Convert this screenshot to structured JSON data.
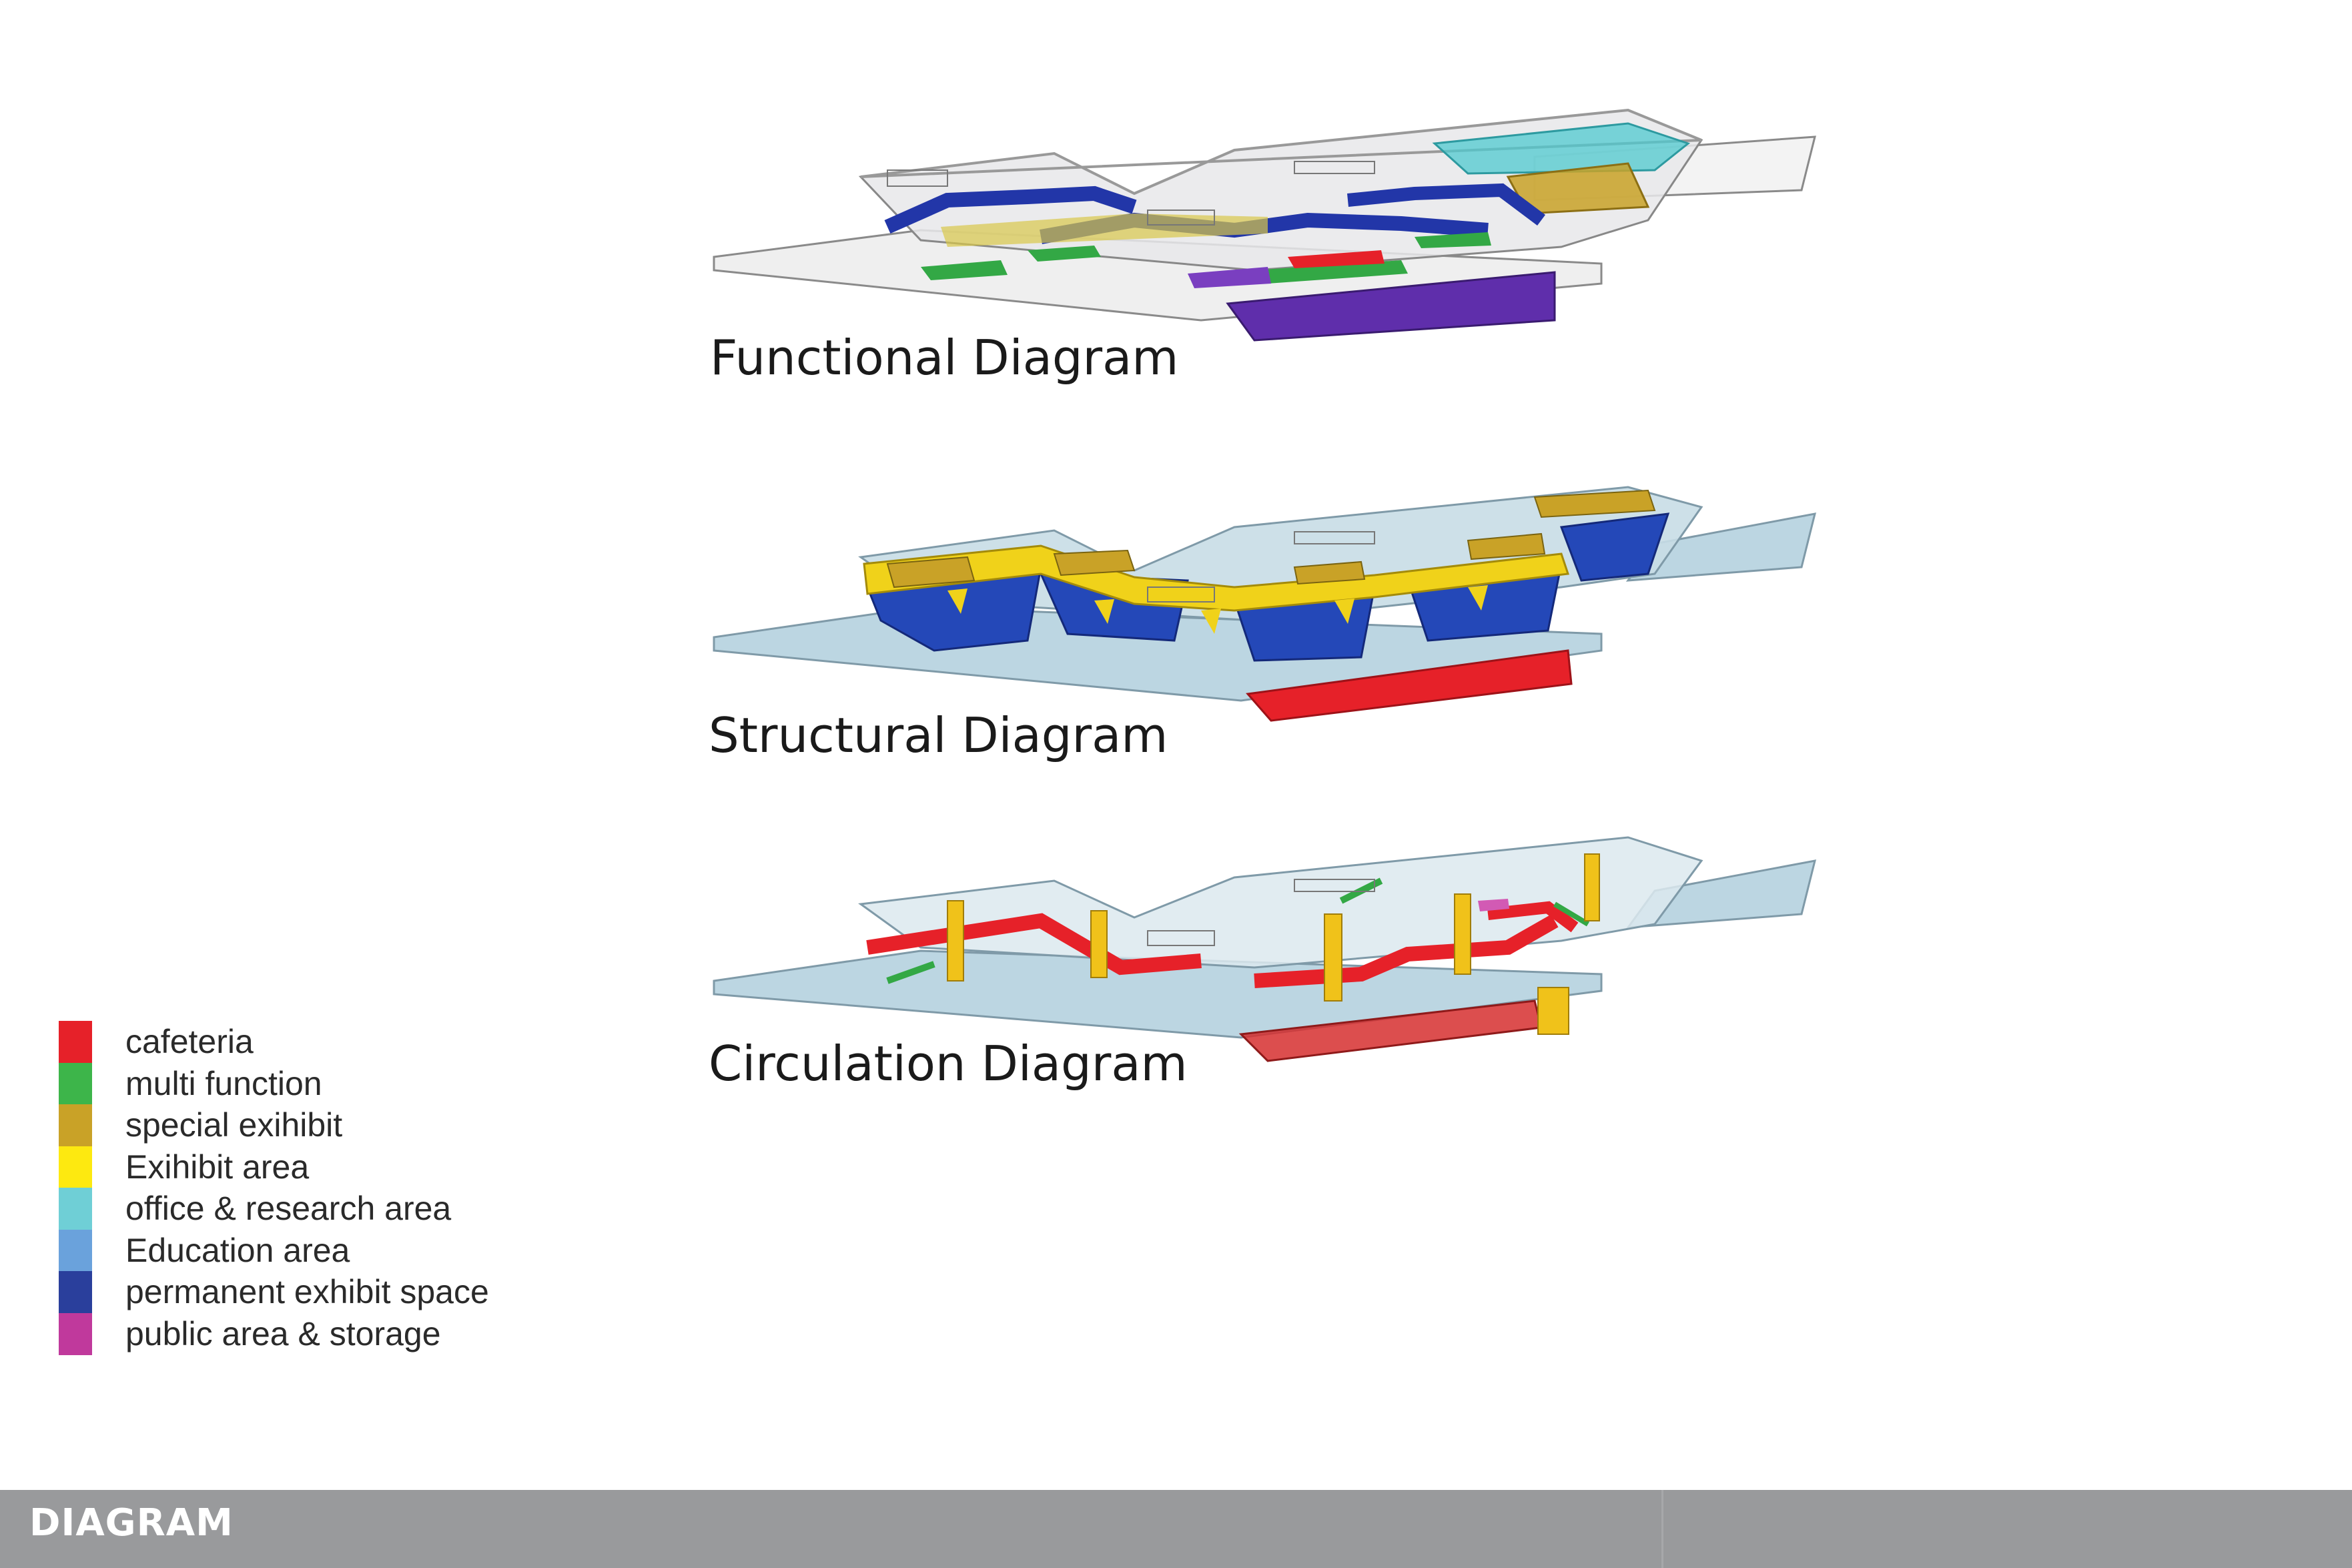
{
  "diagrams": [
    {
      "caption": "Functional Diagram"
    },
    {
      "caption": "Structural Diagram"
    },
    {
      "caption": "Circulation Diagram"
    }
  ],
  "legend": [
    {
      "label": "cafeteria",
      "color": "#e62129"
    },
    {
      "label": "multi function",
      "color": "#3db54a"
    },
    {
      "label": "special exihibit",
      "color": "#c9a227"
    },
    {
      "label": "Exihibit area",
      "color": "#fde910"
    },
    {
      "label": "office & research  area",
      "color": "#6fcfd6"
    },
    {
      "label": "Education area",
      "color": "#6aa2dc"
    },
    {
      "label": "permanent exhibit space",
      "color": "#2a3f9c"
    },
    {
      "label": "public area & storage",
      "color": "#c0399c"
    }
  ],
  "footer": {
    "title": "DIAGRAM"
  }
}
